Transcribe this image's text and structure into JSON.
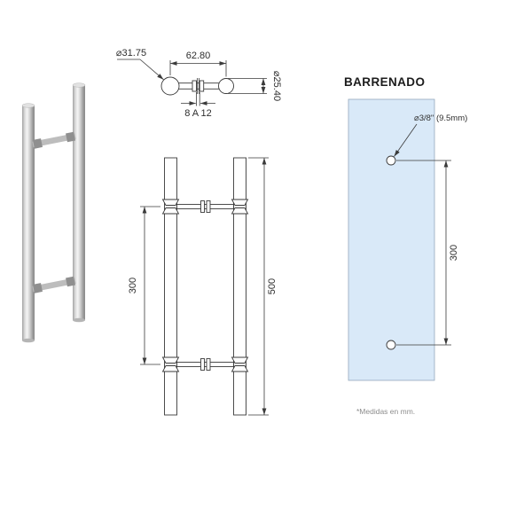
{
  "drawing": {
    "title": "BARRENADO",
    "note": "*Medidas en mm.",
    "top_view": {
      "left_diameter": "⌀31.75",
      "center_distance": "62.80",
      "right_diameter": "⌀25.40",
      "glass_thickness_range": "8 A 12"
    },
    "front_view": {
      "fixing_spacing": "300",
      "total_length": "500"
    },
    "drilling_view": {
      "hole_diameter": "⌀3/8\" (9.5mm)",
      "hole_spacing": "300"
    },
    "colors": {
      "glass_fill": "#d9e9f8",
      "line": "#3a3a3a"
    }
  }
}
